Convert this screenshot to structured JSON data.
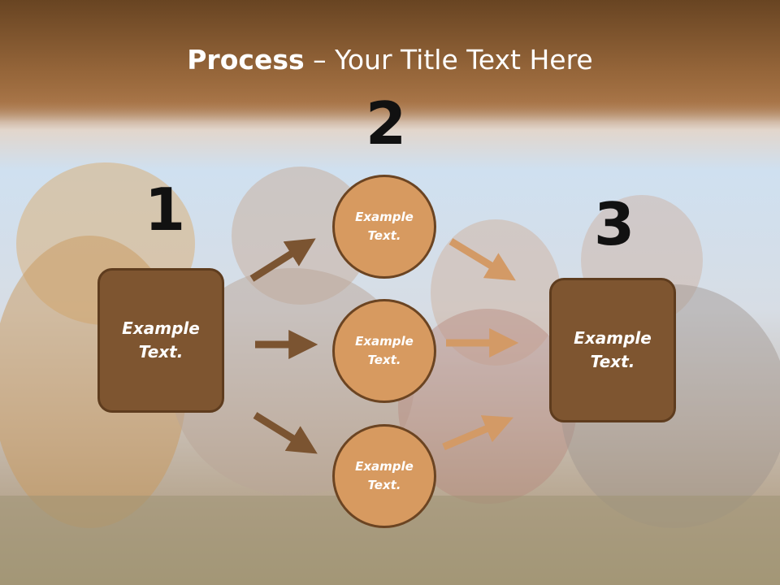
{
  "title": {
    "bold": "Process",
    "rest": " – Your Title Text Here"
  },
  "steps": {
    "one": {
      "number": "1",
      "text": "Example\nText."
    },
    "two": {
      "number": "2"
    },
    "three": {
      "number": "3",
      "text": "Example\nText."
    }
  },
  "circles": [
    {
      "text": "Example\nText."
    },
    {
      "text": "Example\nText."
    },
    {
      "text": "Example\nText."
    }
  ],
  "colors": {
    "box_fill": "#7e5530",
    "circle_fill": "#d79a60",
    "arrow_left": "#7b5431",
    "arrow_right": "#d39a66",
    "number_color": "#111111"
  }
}
